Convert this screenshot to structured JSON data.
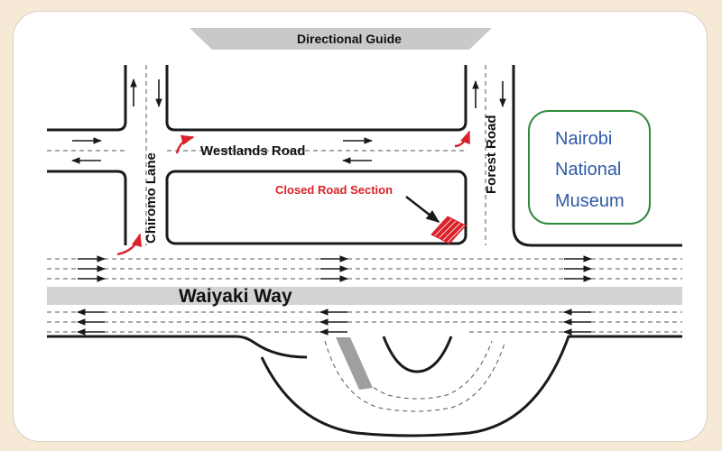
{
  "banner": {
    "title": "Directional Guide"
  },
  "streets": {
    "chiromo": "Chiromo Lane",
    "westlands": "Westlands Road",
    "forest": "Forest Road",
    "waiyaki": "Waiyaki Way"
  },
  "callout": {
    "text": "Closed Road Section"
  },
  "landmark": {
    "line1": "Nairobi",
    "line2": "National",
    "line3": "Museum"
  },
  "colors": {
    "background": "#f6ead7",
    "road_line": "#1a1a1a",
    "median": "#d3d3d3",
    "closed_road": "#d9222a",
    "turn_arrow": "#d9222a",
    "banner": "#c9c9c9",
    "museum_border": "#2e8b3a",
    "museum_text": "#2f5aa8"
  }
}
